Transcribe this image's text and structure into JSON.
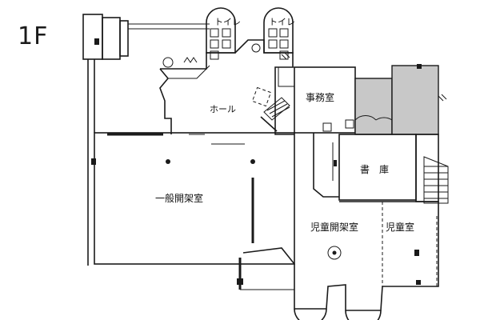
{
  "floor": "1F",
  "rooms": {
    "toilet_left": "トイレ",
    "toilet_right": "トイレ",
    "hall": "ホール",
    "office": "事務室",
    "stacks": "書　庫",
    "general_reading": "一般開架室",
    "children_reading": "児童開架室",
    "children_room": "児童室"
  }
}
